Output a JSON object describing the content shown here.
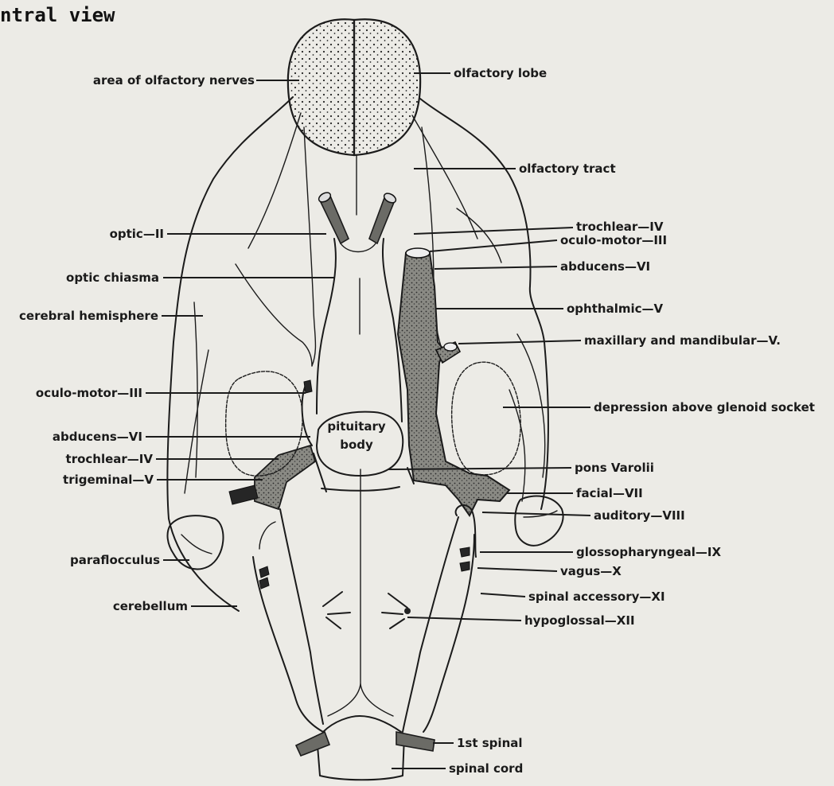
{
  "title": "ntral view",
  "labels": {
    "area_olfactory_nerves": "area of olfactory nerves",
    "olfactory_lobe": "olfactory lobe",
    "olfactory_tract": "olfactory tract",
    "optic": "optic—II",
    "trochlear_r": "trochlear—IV",
    "oculo_motor_r": "oculo-motor—III",
    "abducens_r": "abducens—VI",
    "optic_chiasma": "optic chiasma",
    "ophthalmic": "ophthalmic—V",
    "cerebral_hemisphere": "cerebral hemisphere",
    "maxillary_mandibular": "maxillary and mandibular—V.",
    "oculo_motor_l": "oculo-motor—III",
    "depression": "depression above glenoid socket",
    "pituitary_1": "pituitary",
    "pituitary_2": "body",
    "abducens_l": "abducens—VI",
    "trochlear_l": "trochlear—IV",
    "pons": "pons Varolii",
    "trigeminal": "trigeminal—V",
    "facial": "facial—VII",
    "auditory": "auditory—VIII",
    "paraflocculus": "paraflocculus",
    "glossopharyngeal": "glossopharyngeal—IX",
    "vagus": "vagus—X",
    "spinal_accessory": "spinal accessory—XI",
    "cerebellum": "cerebellum",
    "hypoglossal": "hypoglossal—XII",
    "first_spinal": "1st spinal",
    "spinal_cord": "spinal cord"
  }
}
